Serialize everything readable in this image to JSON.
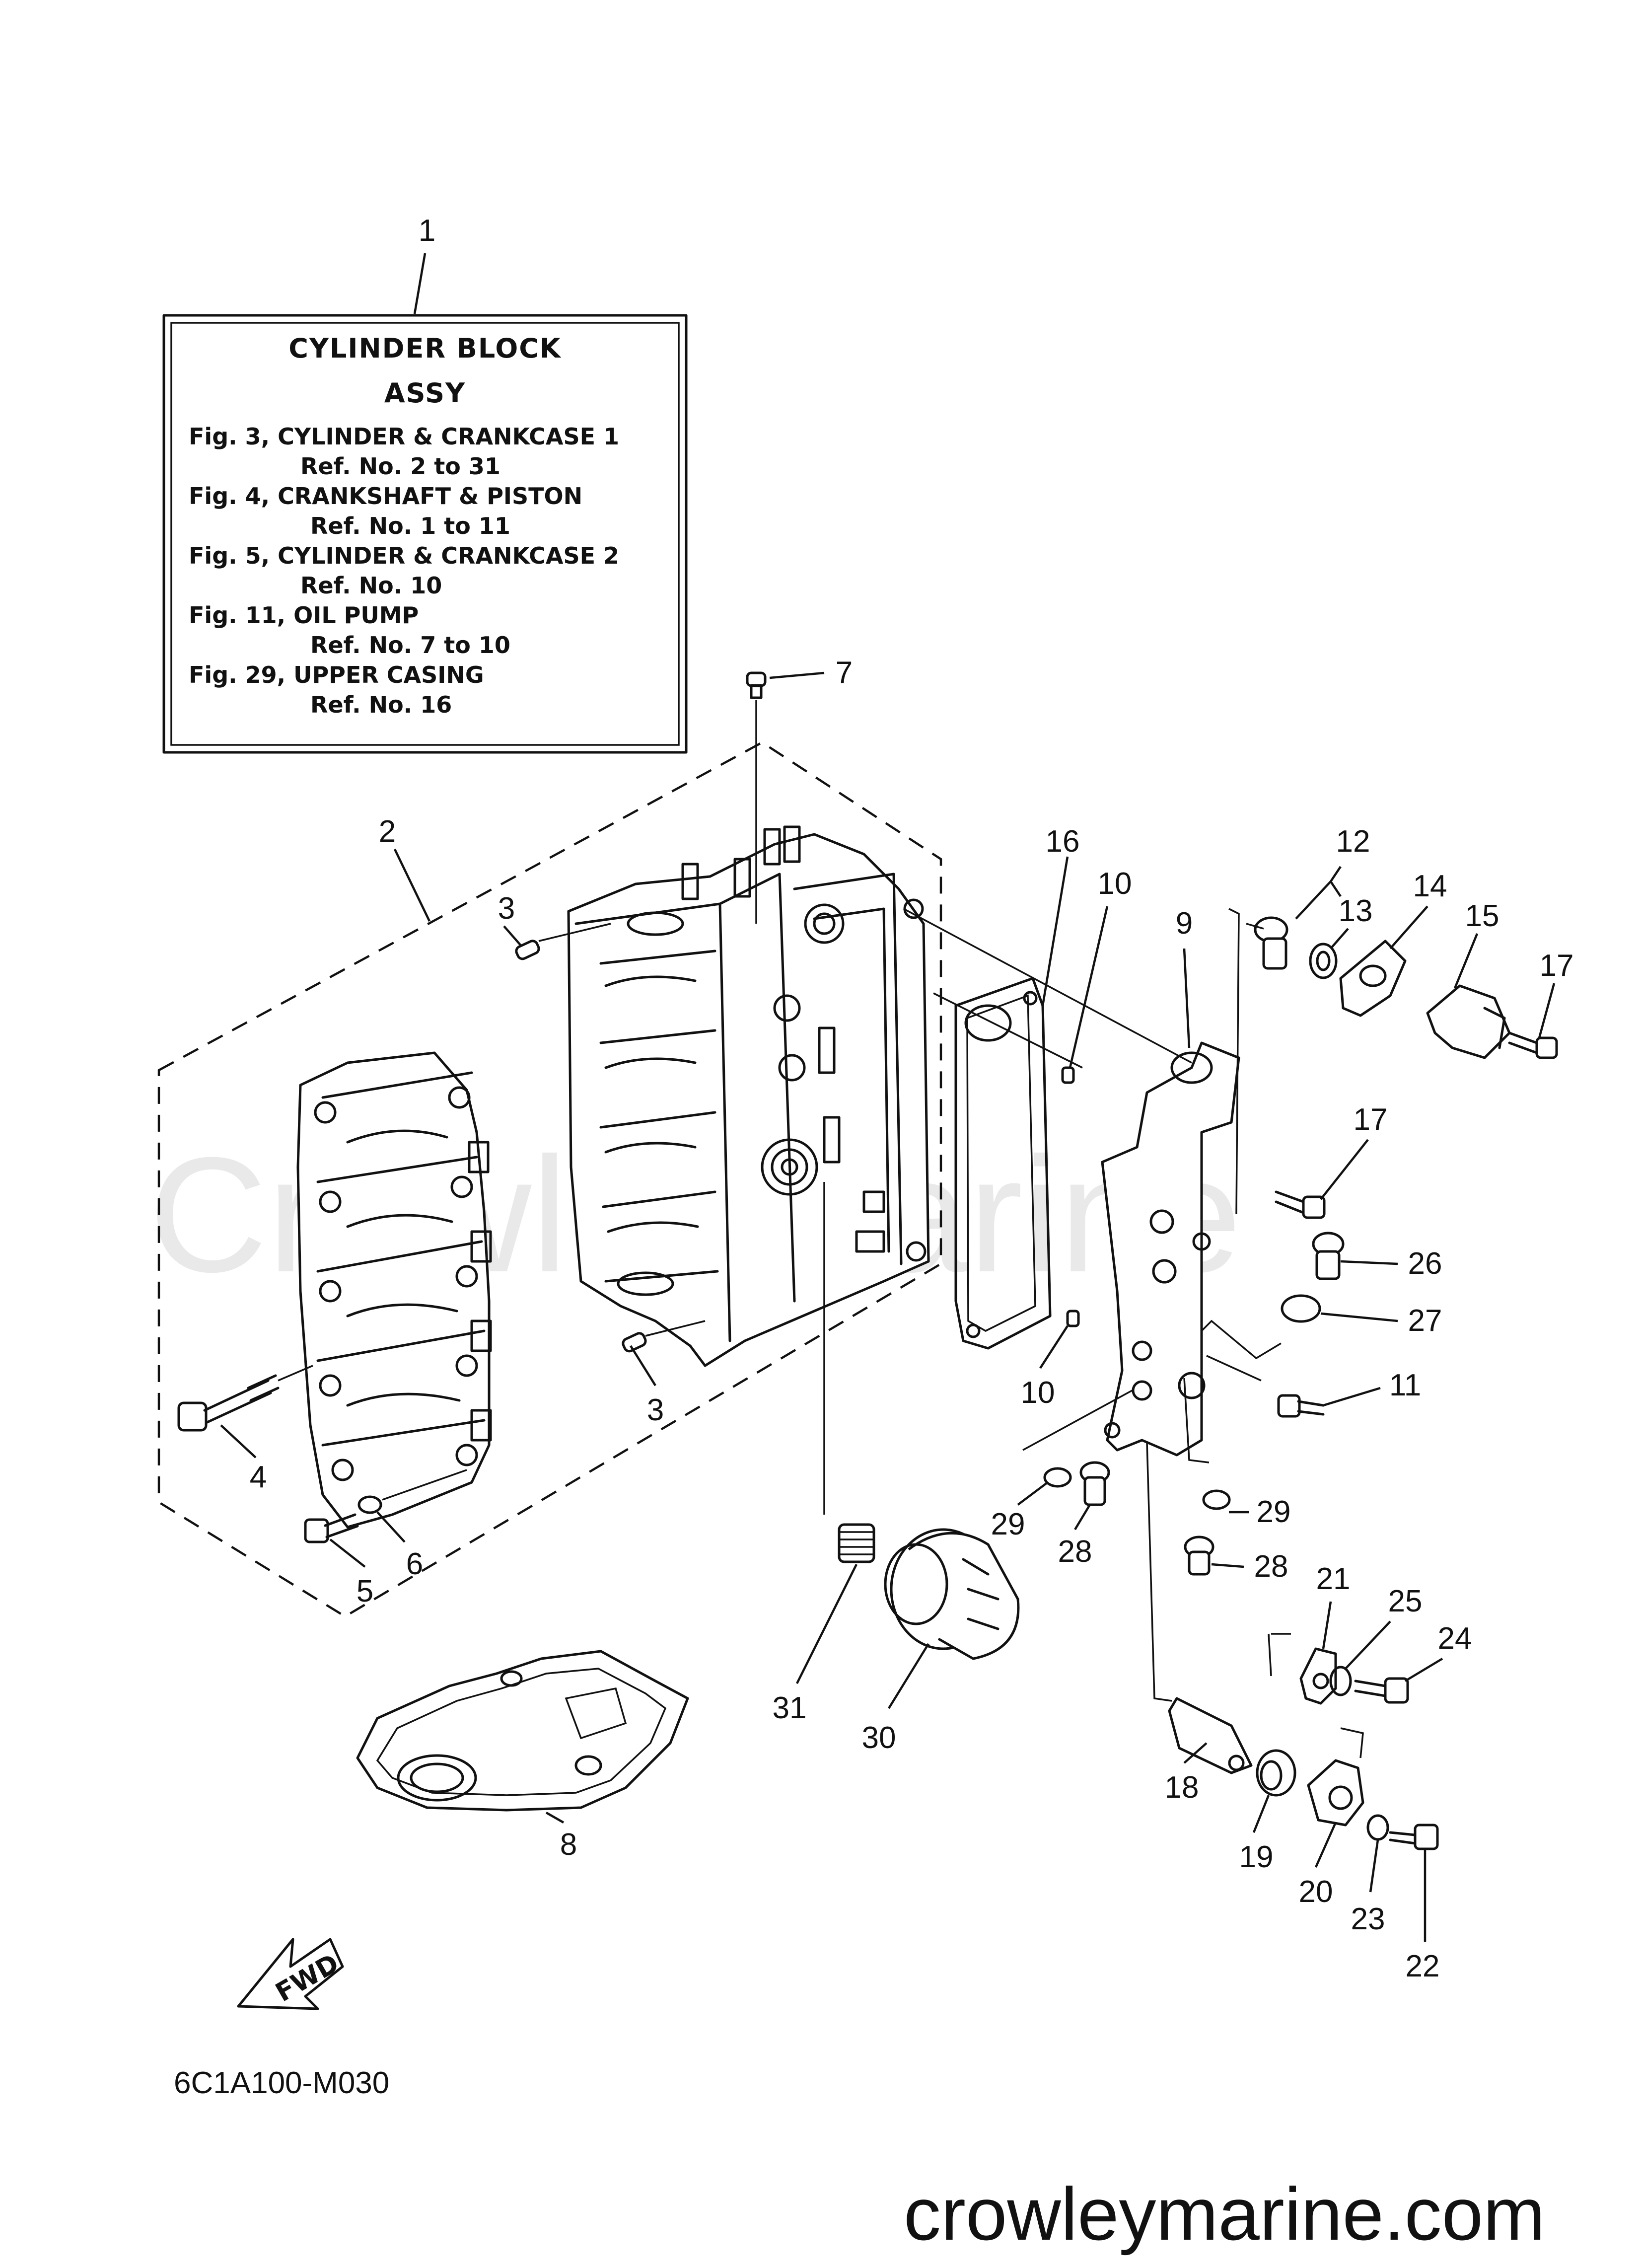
{
  "watermark": "CrowleyMarine",
  "site": "crowleymarine.com",
  "diagram_code": "6C1A100-M030",
  "fwd_label": "FWD",
  "info_box": {
    "ref": "1",
    "title": "CYLINDER BLOCK",
    "subtitle": "ASSY",
    "lines": [
      "Fig. 3, CYLINDER & CRANKCASE 1",
      "Ref. No. 2 to 31",
      "Fig. 4, CRANKSHAFT & PISTON",
      "Ref. No. 1 to 11",
      "Fig. 5, CYLINDER & CRANKCASE 2",
      "Ref. No. 10",
      "Fig. 11, OIL PUMP",
      "Ref. No. 7 to 10",
      "Fig. 29, UPPER CASING",
      "Ref. No. 16"
    ]
  },
  "callouts": {
    "c2": "2",
    "c3a": "3",
    "c3b": "3",
    "c4": "4",
    "c5": "5",
    "c6": "6",
    "c7": "7",
    "c8": "8",
    "c9": "9",
    "c10a": "10",
    "c10b": "10",
    "c11": "11",
    "c12": "12",
    "c13": "13",
    "c14": "14",
    "c15": "15",
    "c16": "16",
    "c17a": "17",
    "c17b": "17",
    "c18": "18",
    "c19": "19",
    "c20": "20",
    "c21": "21",
    "c22": "22",
    "c23": "23",
    "c24": "24",
    "c25": "25",
    "c26": "26",
    "c27": "27",
    "c28a": "28",
    "c28b": "28",
    "c29a": "29",
    "c29b": "29",
    "c30": "30",
    "c31": "31"
  }
}
